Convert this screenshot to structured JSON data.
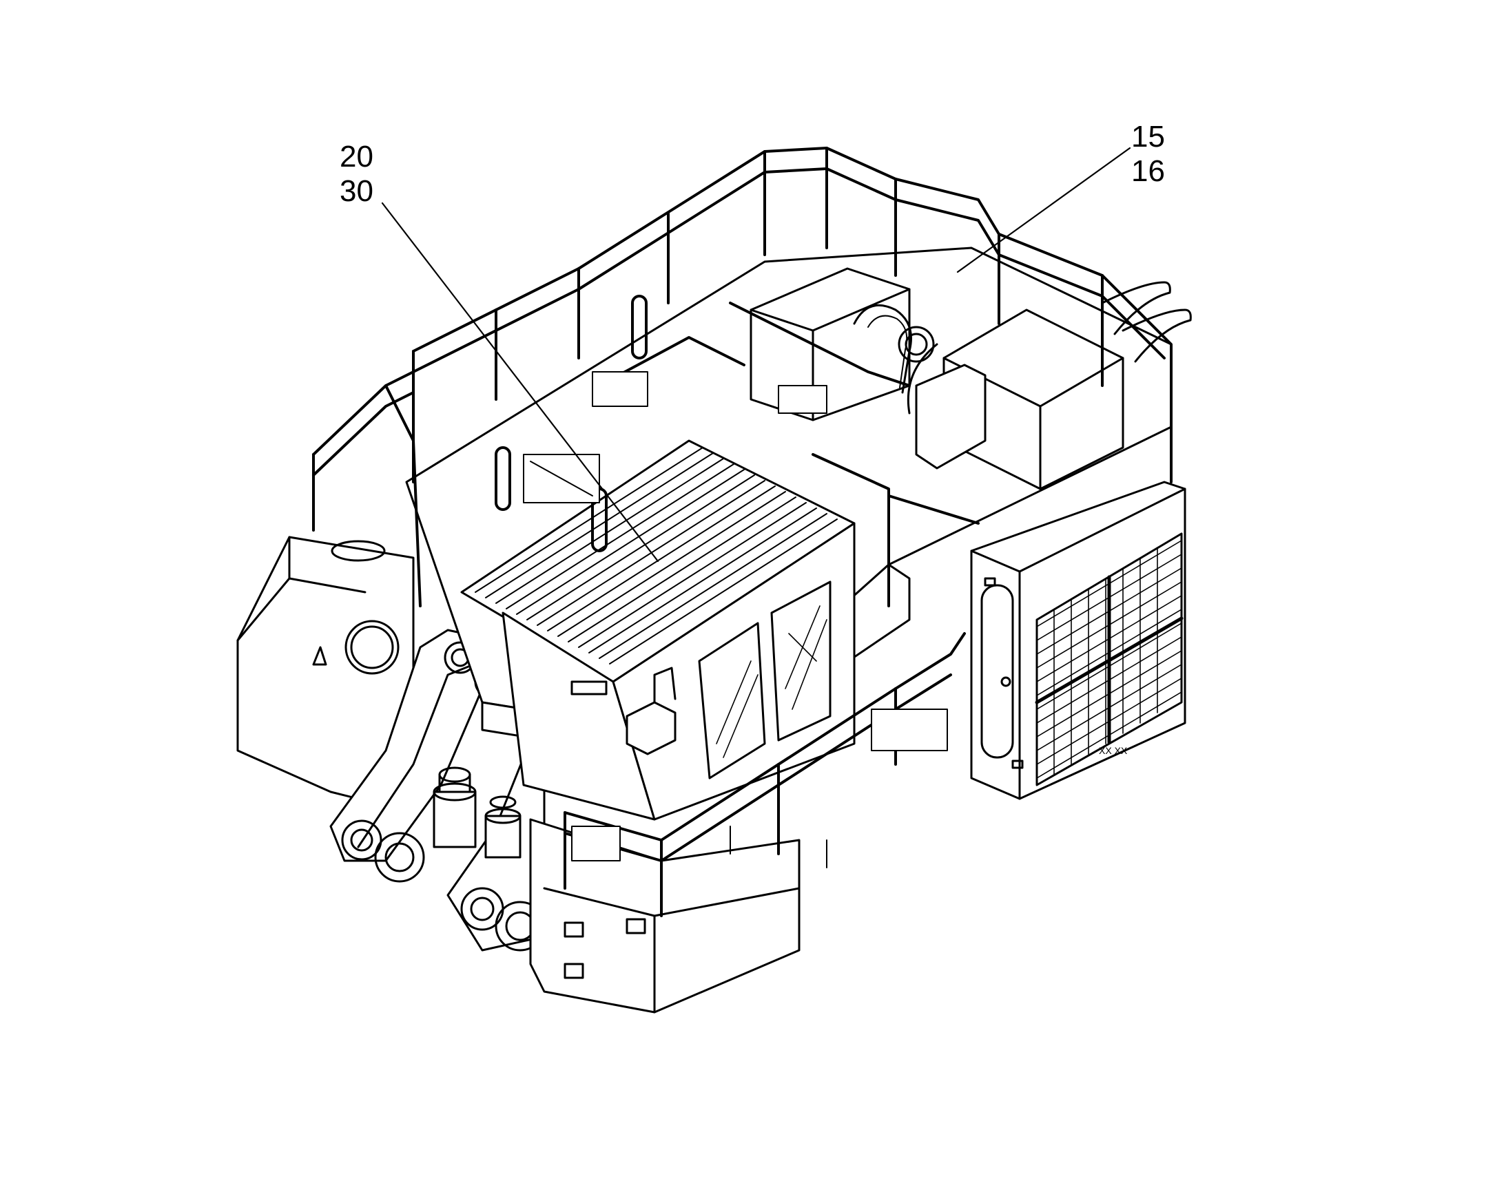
{
  "callouts": {
    "left": {
      "line1": "20",
      "line2": "30"
    },
    "right": {
      "line1": "15",
      "line2": "16"
    }
  },
  "plate_text": "XX XX",
  "colors": {
    "ink": "#000000",
    "paper": "#ffffff"
  }
}
